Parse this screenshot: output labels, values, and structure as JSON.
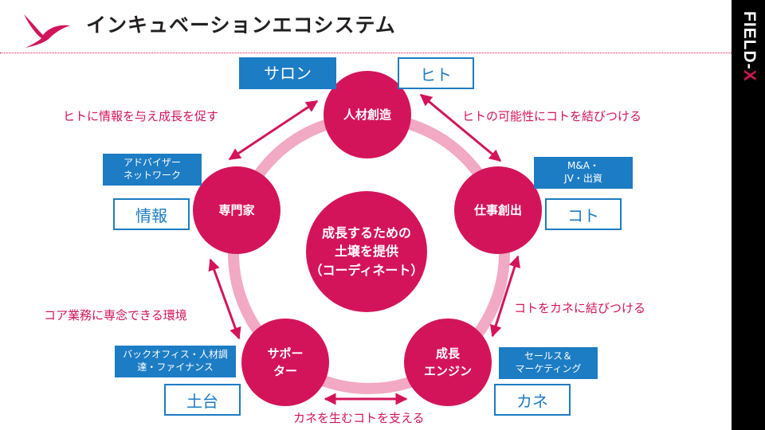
{
  "header": {
    "title": "インキュベーションエコシステム"
  },
  "brand": {
    "name": "FIELD-",
    "name_accent": "X",
    "accent_color": "#d4145a",
    "link_color": "#1c7cc4"
  },
  "center": {
    "label": "成長するための\n土壌を提供\n（コーディネート）"
  },
  "nodes": {
    "talent": {
      "label": "人材創造"
    },
    "business": {
      "label": "仕事創出"
    },
    "growth": {
      "label": "成長\nエンジン"
    },
    "supporter": {
      "label": "サポー\nター"
    },
    "expert": {
      "label": "専門家"
    }
  },
  "tags": {
    "salon": "サロン",
    "hito": "ヒト",
    "advisor_network": "アドバイザー\nネットワーク",
    "johou": "情報",
    "ma_jv": "M&A・\nJV・出資",
    "koto": "コト",
    "backoffice": "バックオフィス・人材調\n達・ファイナンス",
    "dodai": "土台",
    "sales_marketing": "セールス＆\nマーケティング",
    "kane": "カネ"
  },
  "edges": {
    "expert_talent": "ヒトに情報を与え成長を促す",
    "talent_business": "ヒトの可能性にコトを結びつける",
    "business_growth": "コトをカネに結びつける",
    "supporter_growth": "カネを生むコトを支える",
    "expert_supporter": "コア業務に専念できる環境"
  }
}
